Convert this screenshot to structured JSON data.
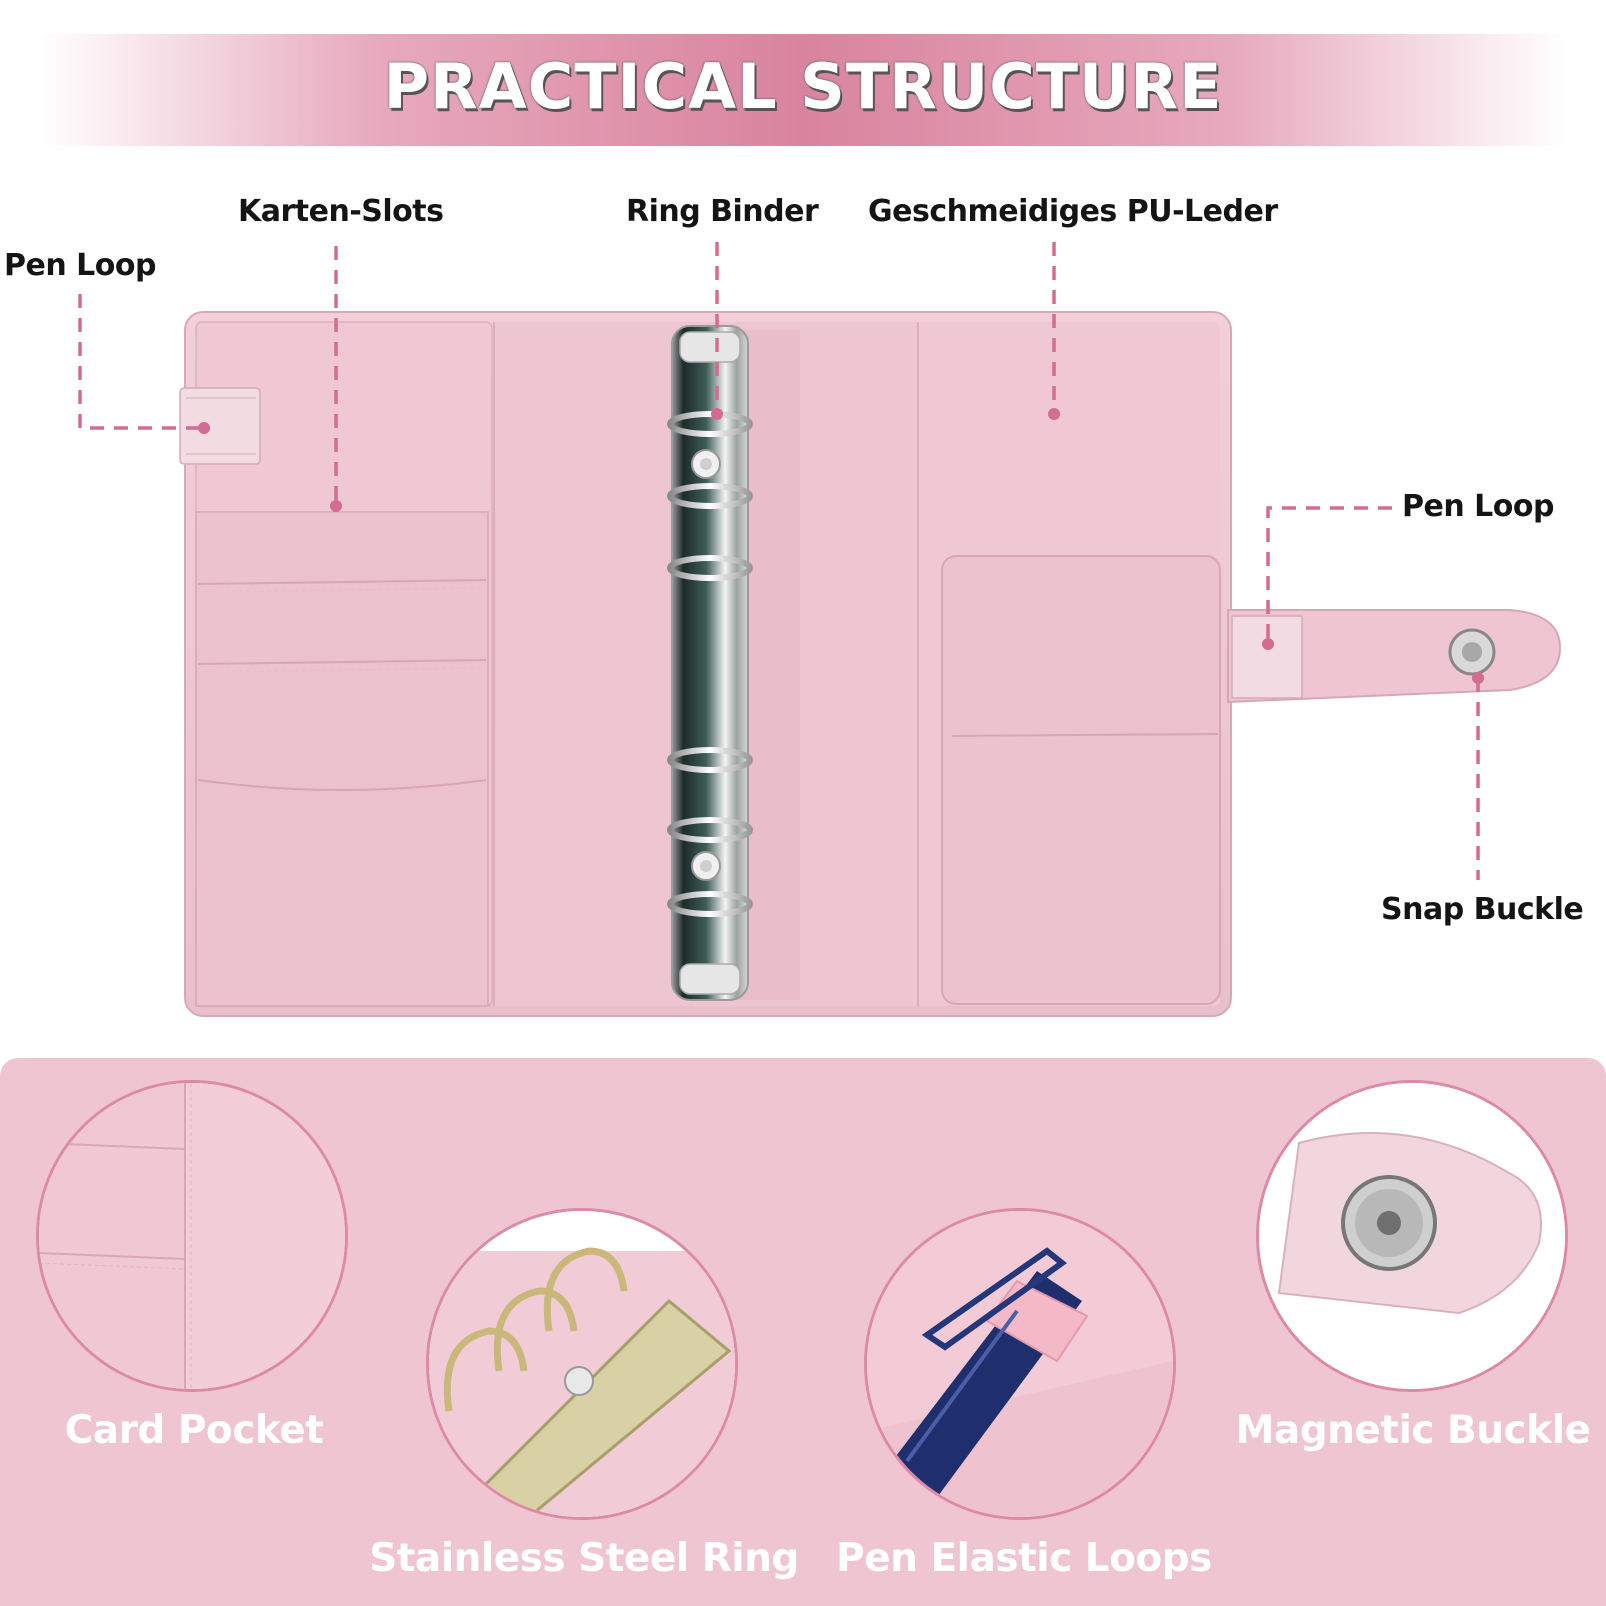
{
  "banner": {
    "title": "PRACTICAL STRUCTURE"
  },
  "callouts": {
    "pen_loop_left": "Pen Loop",
    "karten_slots": "Karten-Slots",
    "ring_binder": "Ring Binder",
    "pu_leder": "Geschmeidiges PU-Leder",
    "pen_loop_right": "Pen Loop",
    "snap_buckle": "Snap Buckle"
  },
  "features": {
    "card_pocket": "Card Pocket",
    "stainless_steel_ring": "Stainless Steel Ring",
    "pen_elastic_loops": "Pen Elastic Loops",
    "magnetic_buckle": "Magnetic Buckle"
  },
  "colors": {
    "accent": "#dc8aa5",
    "leather": "#ecc3cf",
    "panel": "#efc5d2",
    "callout_line": "#d46b93"
  },
  "icons": [
    "binder-illustration",
    "card-pocket-closeup",
    "ring-closeup",
    "pen-closeup",
    "magnetic-buckle-closeup"
  ]
}
